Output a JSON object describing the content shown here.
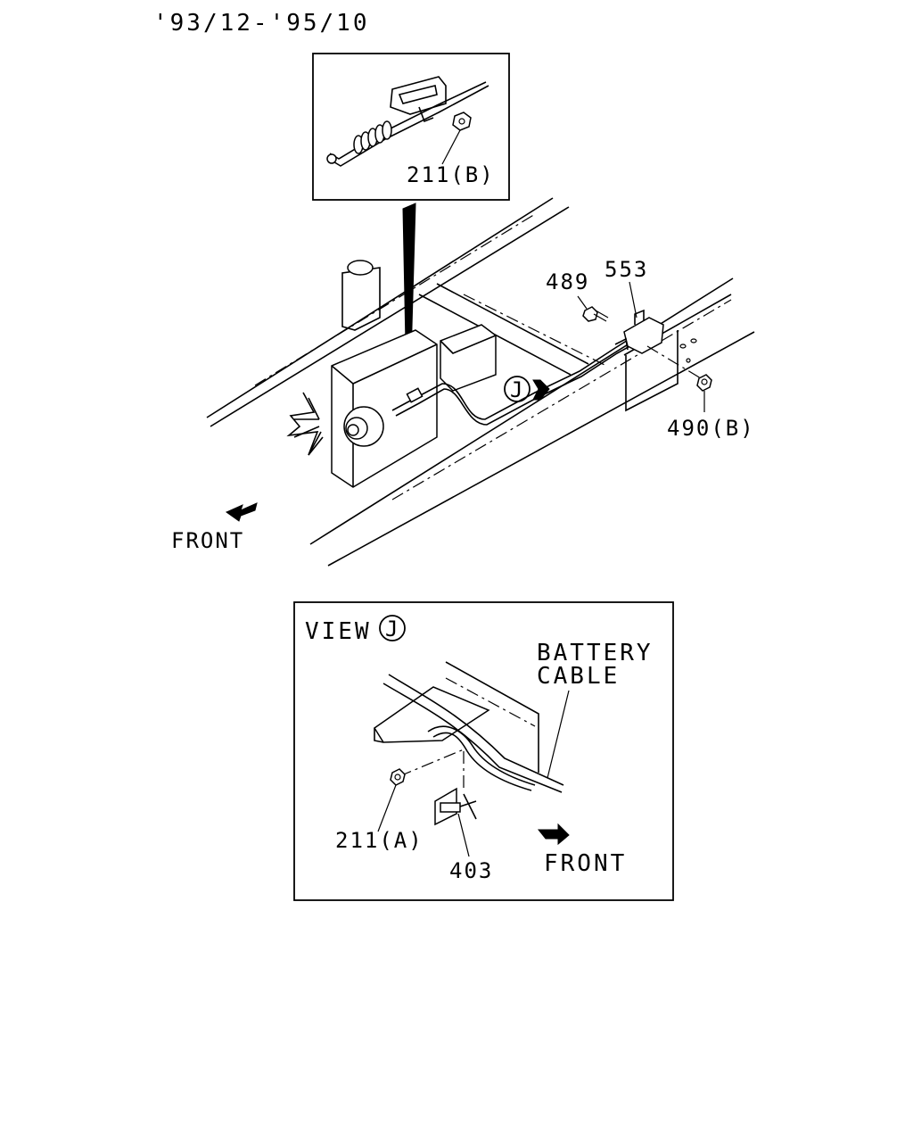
{
  "header": {
    "date_range": "'93/12-'95/10"
  },
  "inset_top": {
    "callout": "211(B)"
  },
  "main_view": {
    "callouts": {
      "p489": "489",
      "p553": "553",
      "p490": "490(B)"
    },
    "view_marker": "J",
    "front_label": "FRONT",
    "icons": [
      "front-arrow-icon",
      "view-marker-icon",
      "view-direction-arrow-icon"
    ]
  },
  "view_j": {
    "title": "VIEW",
    "marker": "J",
    "battery_cable_line1": "BATTERY",
    "battery_cable_line2": "CABLE",
    "callouts": {
      "p211a": "211(A)",
      "p403": "403"
    },
    "front_label": "FRONT"
  }
}
